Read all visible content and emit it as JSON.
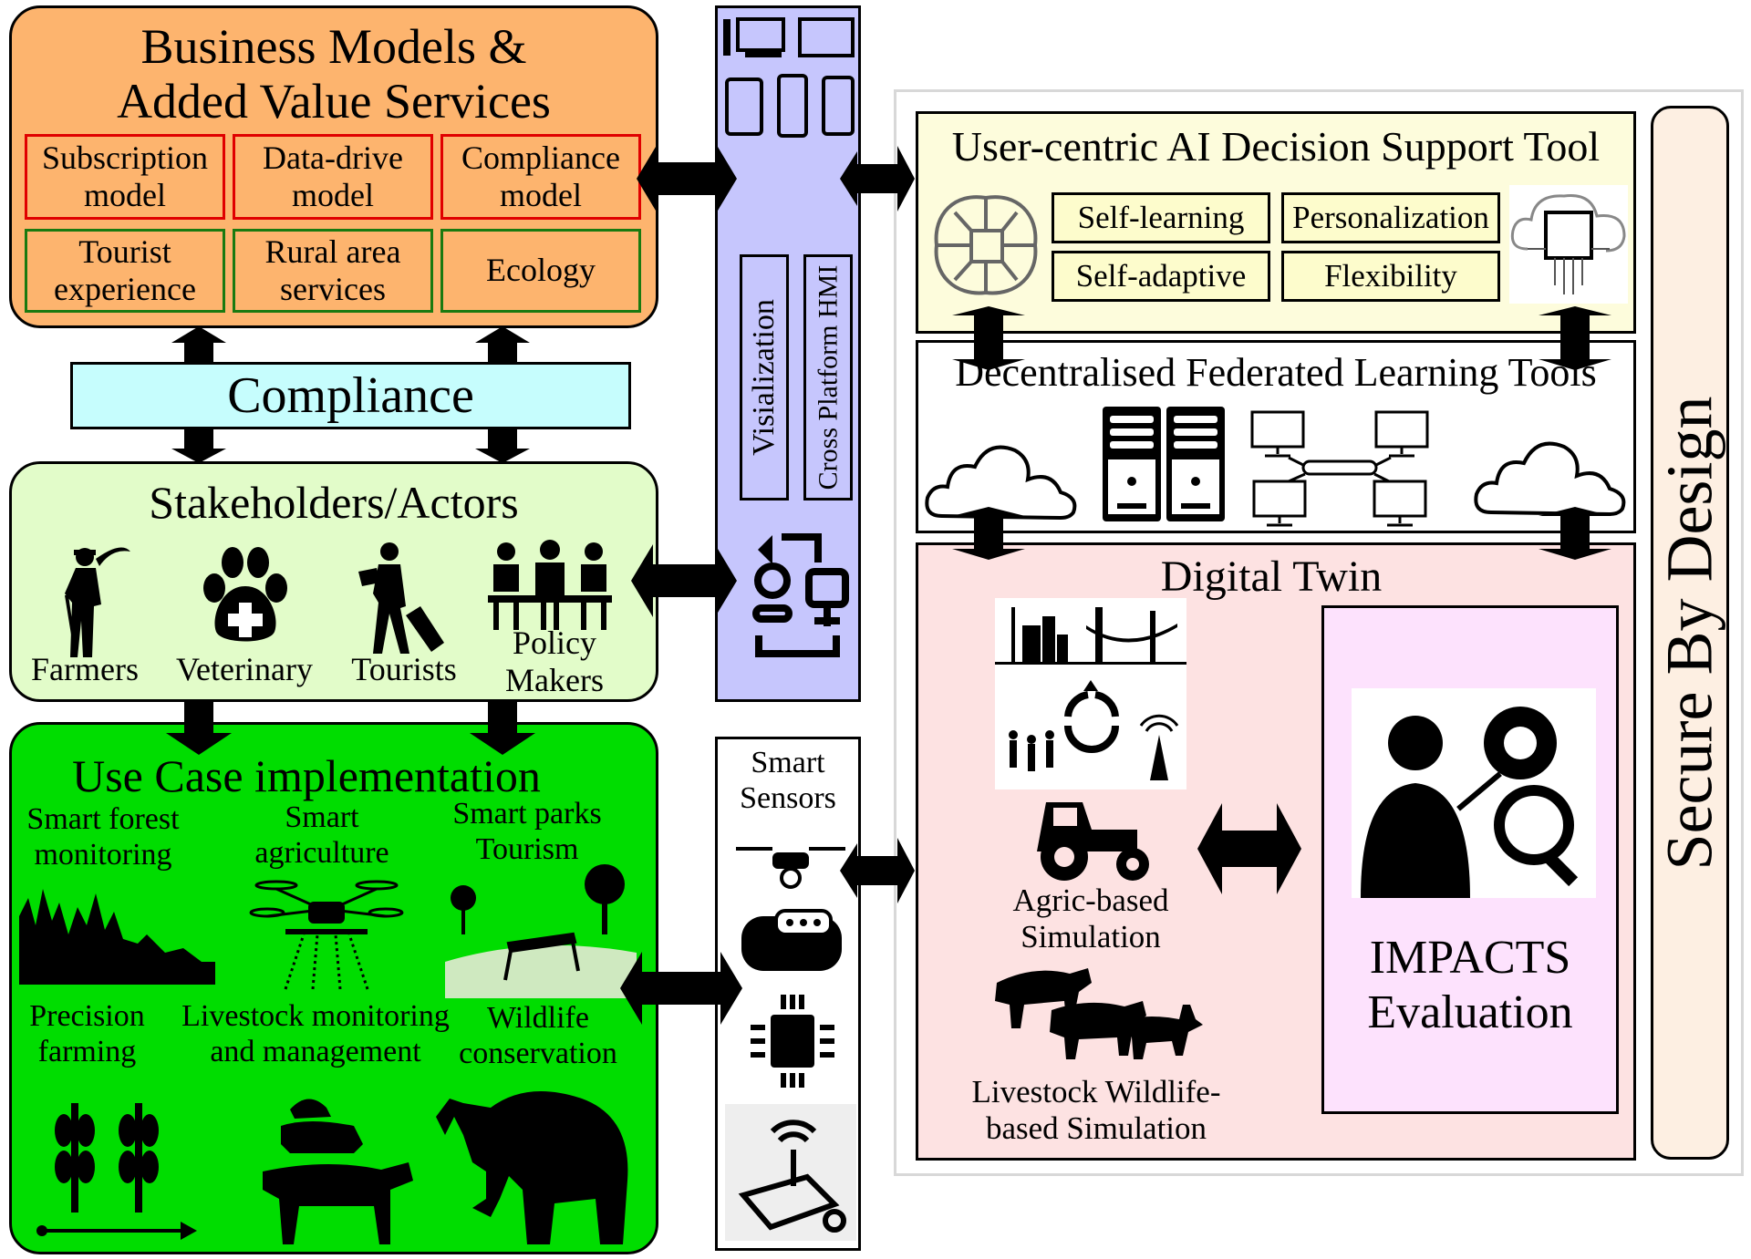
{
  "business": {
    "title": "Business Models & Added Value Services",
    "models": [
      "Subscription model",
      "Data-drive model",
      "Compliance model"
    ],
    "services": [
      "Tourist experience",
      "Rural area services",
      "Ecology"
    ]
  },
  "compliance": {
    "label": "Compliance"
  },
  "stakeholders": {
    "title": "Stakeholders/Actors",
    "actors": [
      "Farmers",
      "Veterinary",
      "Tourists",
      "Policy Makers"
    ]
  },
  "use_case": {
    "title": "Use Case implementation",
    "items": [
      "Smart forest monitoring",
      "Smart agriculture",
      "Smart parks Tourism",
      "Precision farming",
      "Livestock monitoring and management",
      "Wildlife conservation"
    ]
  },
  "hmi": {
    "visualization": "Visialization",
    "cross_platform": "Cross Platform HMI"
  },
  "sensors": {
    "title": "Smart Sensors"
  },
  "ai_tool": {
    "title": "User-centric AI Decision Support Tool",
    "features": [
      "Self-learning",
      "Personalization",
      "Self-adaptive",
      "Flexibility"
    ]
  },
  "federated": {
    "title": "Decentralised Federated Learning Tools"
  },
  "digital_twin": {
    "title": "Digital Twin",
    "agric": "Agric-based Simulation",
    "livestock": "Livestock Wildlife-based Simulation",
    "impacts": "IMPACTS Evaluation"
  },
  "secure": {
    "label": "Secure By Design"
  },
  "colors": {
    "orange": "#fdb46e",
    "cyan": "#c6fdfd",
    "light_green": "#e2fcc9",
    "green": "#00dd00",
    "purple": "#c6c6fd",
    "yellow": "#fdfcdc",
    "pink": "#fde2e2",
    "magenta": "#fde2fd",
    "peach": "#fdefe2"
  }
}
